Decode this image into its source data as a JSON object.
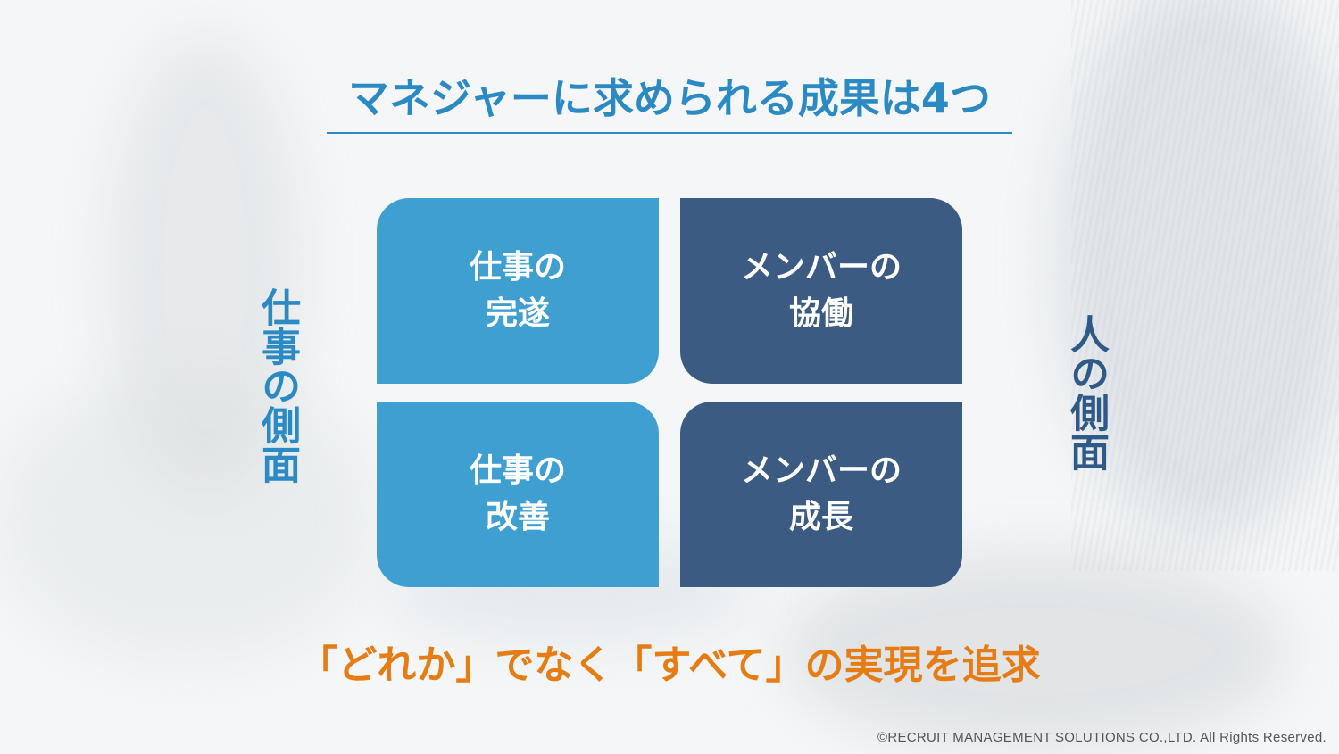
{
  "title": "マネジャーに求められる成果は4つ",
  "left_label": "仕事の側面",
  "right_label": "人の側面",
  "quadrants": [
    {
      "line1": "仕事の",
      "line2": "完遂"
    },
    {
      "line1": "メンバーの",
      "line2": "協働"
    },
    {
      "line1": "仕事の",
      "line2": "改善"
    },
    {
      "line1": "メンバーの",
      "line2": "成長"
    }
  ],
  "tagline": "「どれか」でなく「すべて」の実現を追求",
  "copyright": "©RECRUIT MANAGEMENT SOLUTIONS CO.,LTD. All Rights Reserved.",
  "colors": {
    "title": "#2b8ac4",
    "work_tiles": "#3f9fd0",
    "people_tiles": "#3b5b82",
    "tagline": "#e57c14"
  }
}
